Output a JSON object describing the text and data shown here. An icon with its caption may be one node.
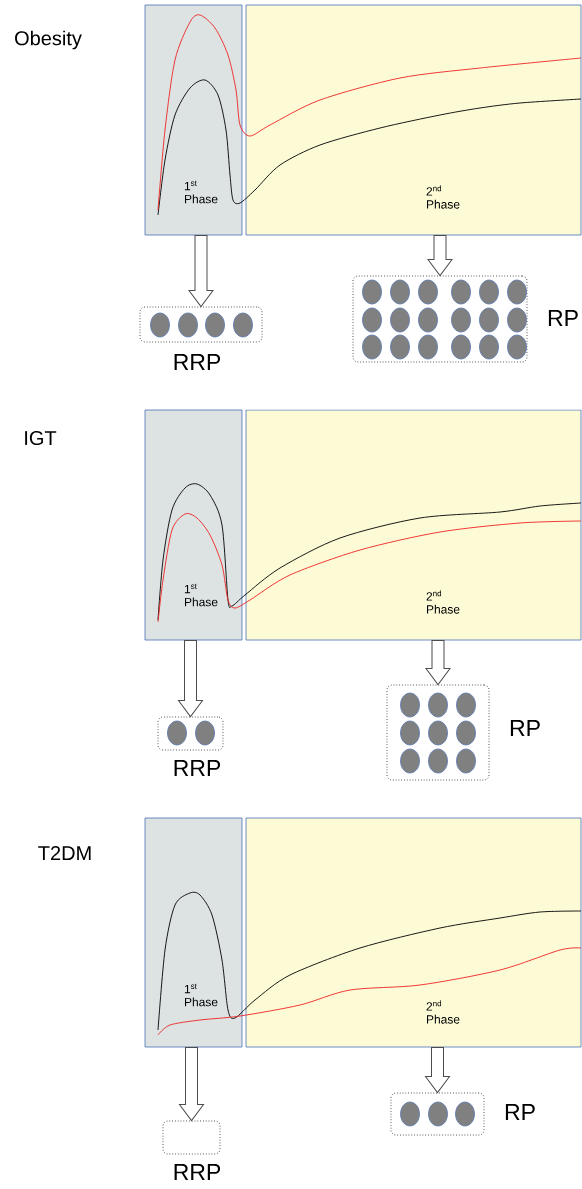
{
  "diagram": {
    "nodes": [
      {
        "text": [
          "1$^{st}$ Phase"
        ]
      },
      {
        "text": [
          "2$^{nd}$ Phase"
        ]
      },
      {
        "text": [],
        "shape": "box",
        "beside": [
          "RRP"
        ]
      },
      {
        "text": [],
        "shape": "box",
        "beside": [
          "RP"
        ]
      },
      {
        "text": [
          "1$^{st}$ Phase"
        ]
      },
      {
        "text": [
          "2$^{nd}$ Phase"
        ]
      },
      {
        "text": [],
        "shape": "box",
        "beside": [
          "RRP"
        ]
      },
      {
        "text": [],
        "shape": "box",
        "beside": [
          "RP"
        ]
      },
      {
        "text": [
          "1$^{st}$ Phase"
        ]
      },
      {
        "text": [
          "2$^{nd}$ Phase"
        ]
      },
      {
        "text": [],
        "shape": "box",
        "beside": [
          "RRP"
        ]
      },
      {
        "text": [],
        "shape": "box",
        "beside": [
          "RP"
        ]
      }
    ],
    "edges": [
      {
        "from": 0,
        "to": 2,
        "arrow": "to"
      },
      {
        "from": 1,
        "to": 3,
        "arrow": "to"
      },
      {
        "from": 4,
        "to": 6,
        "arrow": "to"
      },
      {
        "from": 5,
        "to": 7,
        "arrow": "to"
      },
      {
        "from": 8,
        "to": 10,
        "arrow": "to"
      },
      {
        "from": 9,
        "to": 11,
        "arrow": "to"
      }
    ],
    "labels": [
      "Obesity",
      "IGT",
      "T2DM"
    ]
  }
}
